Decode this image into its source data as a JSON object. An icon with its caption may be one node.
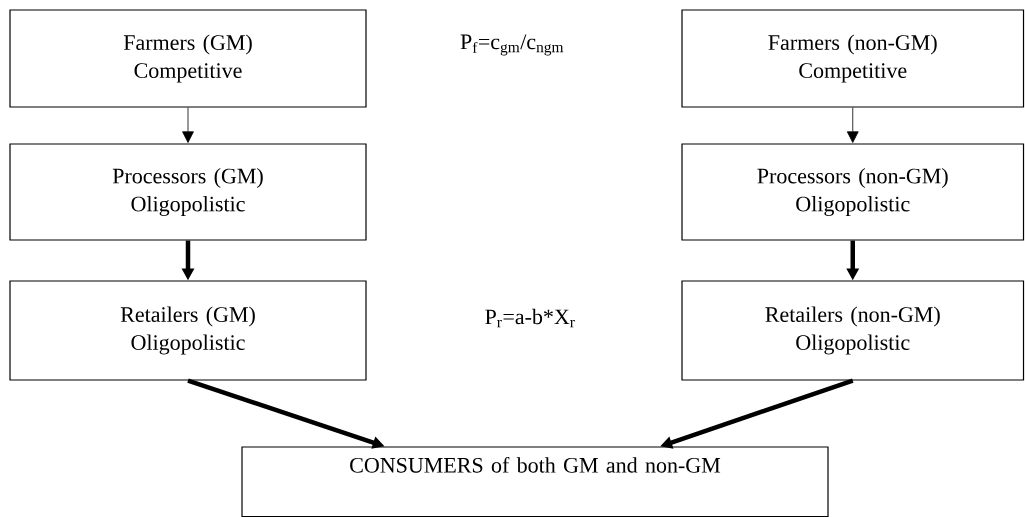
{
  "diagram": {
    "nodes": [
      {
        "text": [
          "Farmers (GM) Competitive"
        ]
      },
      {
        "text": [
          "Processors (GM) Oligopolistic"
        ]
      },
      {
        "text": [
          "Retailers (GM) Oligopolistic"
        ]
      },
      {
        "text": [
          "Farmers (non-GM) Competitive"
        ]
      },
      {
        "text": [
          "Processors (non-GM) Oligopolistic"
        ]
      },
      {
        "text": [
          "Retailers (non-GM) Oligopolistic"
        ]
      },
      {
        "text": [
          "CONSUMERS of both GM and non-GM"
        ]
      }
    ],
    "edges": [
      {
        "from": 0,
        "to": 1,
        "arrow": "to"
      },
      {
        "from": 1,
        "to": 2,
        "arrow": "to"
      },
      {
        "from": 3,
        "to": 4,
        "arrow": "to"
      },
      {
        "from": 4,
        "to": 5,
        "arrow": "to"
      },
      {
        "from": 2,
        "to": 6,
        "arrow": "to"
      },
      {
        "from": 5,
        "to": 6,
        "arrow": "to"
      }
    ],
    "labels": [
      "P$_{f}$=c$_{gm}$/c$_{ngm}$",
      "P$_{r}$=a-b*X$_{r}$"
    ]
  }
}
